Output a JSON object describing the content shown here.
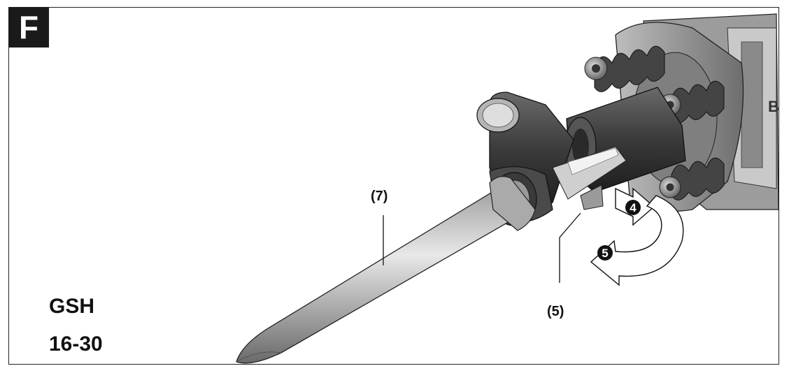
{
  "figure_label": "F",
  "model": {
    "line1": "GSH",
    "line2": "16-30"
  },
  "callouts": {
    "chisel": "(7)",
    "tool_holder": "(5)"
  },
  "steps": {
    "insert": "4",
    "rotate": "5"
  },
  "colors": {
    "ink": "#1a1a1a",
    "metal_dark": "#3a3a3a",
    "metal_mid": "#7a7a7a",
    "metal_light": "#cfcfcf"
  }
}
